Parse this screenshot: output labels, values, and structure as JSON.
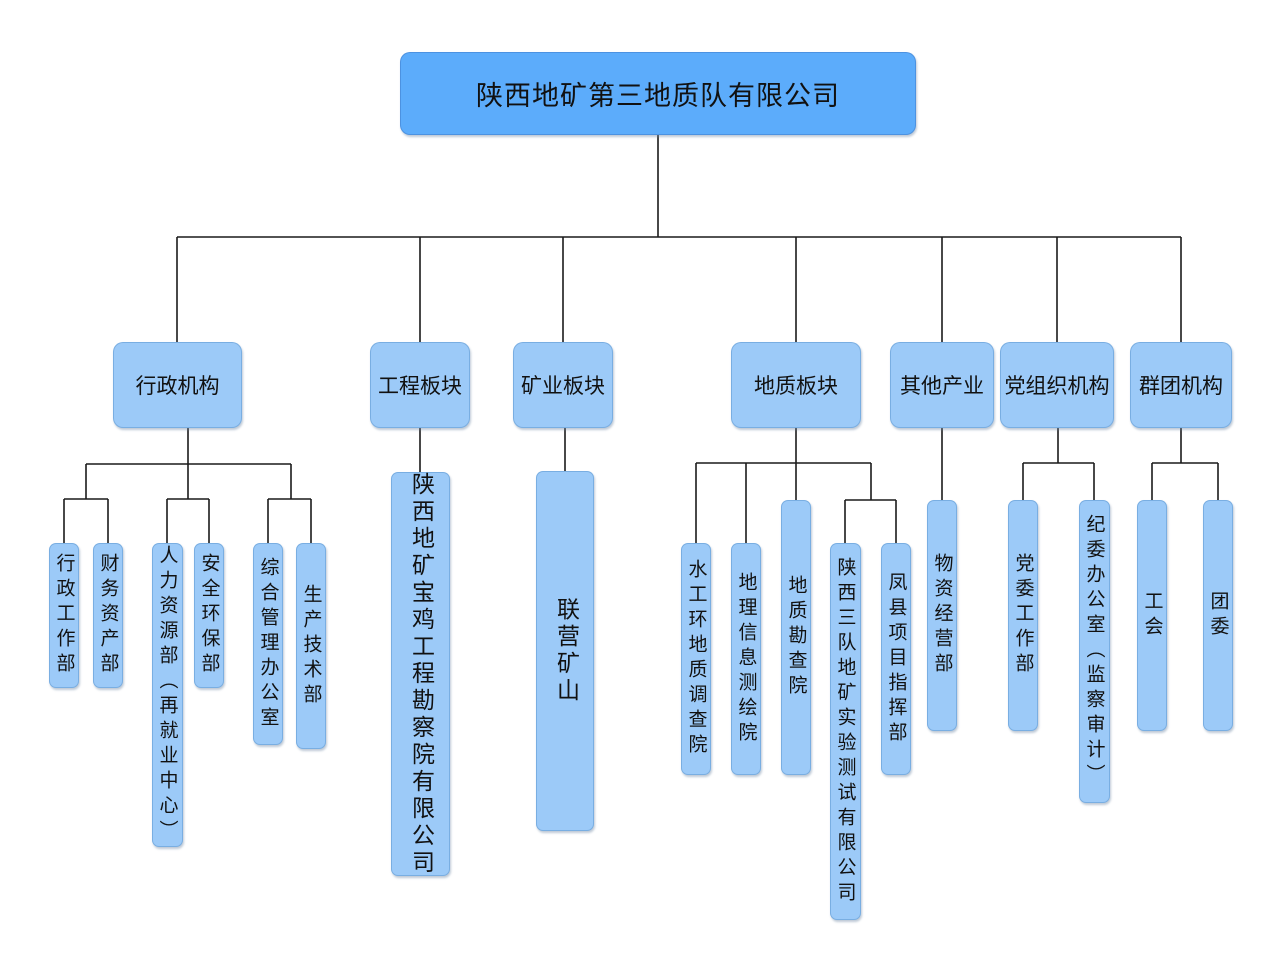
{
  "page": {
    "background": "#ffffff"
  },
  "colors": {
    "root_fill": "#5cacfb",
    "node_fill": "#9ccaf8",
    "line": "#1a1a1a",
    "text": "#111111"
  },
  "org": {
    "root": "陕西地矿第三地质队有限公司",
    "groups": [
      {
        "id": "admin",
        "label": "行政机构",
        "children": [
          "行政工作部",
          "财务资产部",
          "人力资源部（再就业中心）",
          "安全环保部",
          "综合管理办公室",
          "生产技术部"
        ]
      },
      {
        "id": "engineering",
        "label": "工程板块",
        "children": [
          "陕西地矿宝鸡工程勘察院有限公司"
        ]
      },
      {
        "id": "mining",
        "label": "矿业板块",
        "children": [
          "联营矿山"
        ]
      },
      {
        "id": "geology",
        "label": "地质板块",
        "children": [
          "水工环地质调查院",
          "地理信息测绘院",
          "地质勘查院",
          "陕西三队地矿实验测试有限公司",
          "凤县项目指挥部"
        ]
      },
      {
        "id": "other-industry",
        "label": "其他产业",
        "children": [
          "物资经营部"
        ]
      },
      {
        "id": "party",
        "label": "党组织机构",
        "children": [
          "党委工作部",
          "纪委办公室（监察审计）"
        ]
      },
      {
        "id": "mass-org",
        "label": "群团机构",
        "children": [
          "工会",
          "团委"
        ]
      }
    ]
  }
}
